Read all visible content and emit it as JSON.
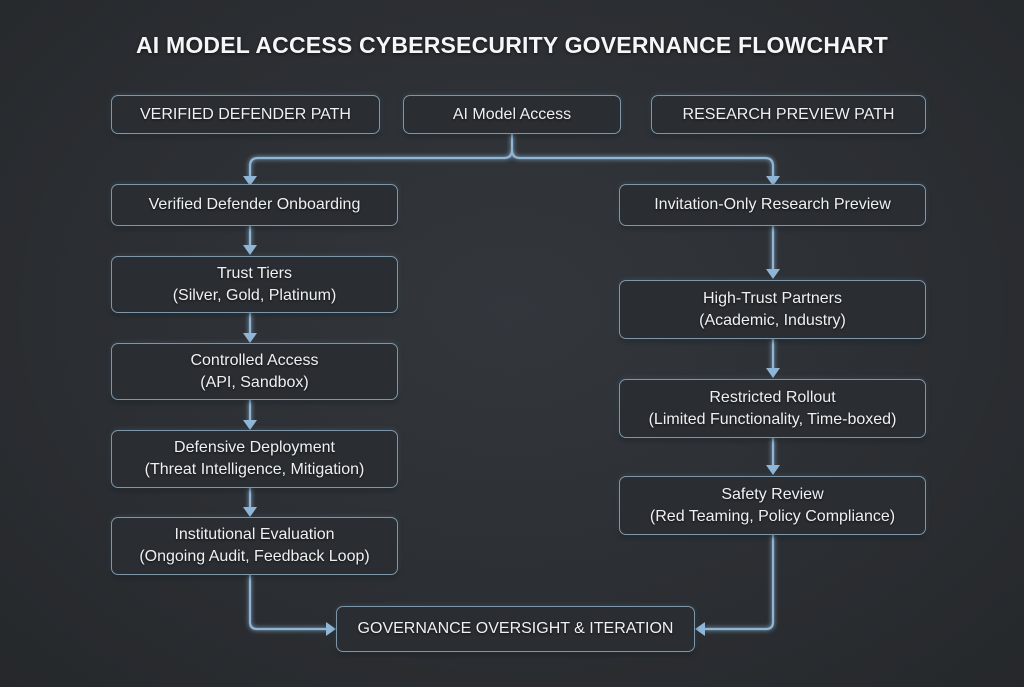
{
  "title": "AI MODEL ACCESS CYBERSECURITY GOVERNANCE FLOWCHART",
  "colors": {
    "background": "#2b2e32",
    "box_border": "#7f96a8",
    "connector": "#8fb6d6",
    "text": "#eef1f3"
  },
  "header": {
    "left": "VERIFIED DEFENDER PATH",
    "center": "AI Model Access",
    "right": "RESEARCH PREVIEW PATH"
  },
  "left_path": [
    {
      "title": "Verified Defender Onboarding",
      "detail": ""
    },
    {
      "title": "Trust Tiers",
      "detail": "(Silver, Gold, Platinum)"
    },
    {
      "title": "Controlled Access",
      "detail": "(API, Sandbox)"
    },
    {
      "title": "Defensive Deployment",
      "detail": "(Threat Intelligence, Mitigation)"
    },
    {
      "title": "Institutional Evaluation",
      "detail": "(Ongoing Audit, Feedback Loop)"
    }
  ],
  "right_path": [
    {
      "title": "Invitation-Only Research Preview",
      "detail": ""
    },
    {
      "title": "High-Trust Partners",
      "detail": "(Academic, Industry)"
    },
    {
      "title": "Restricted Rollout",
      "detail": "(Limited Functionality, Time-boxed)"
    },
    {
      "title": "Safety Review",
      "detail": "(Red Teaming, Policy Compliance)"
    }
  ],
  "final": "GOVERNANCE OVERSIGHT & ITERATION"
}
